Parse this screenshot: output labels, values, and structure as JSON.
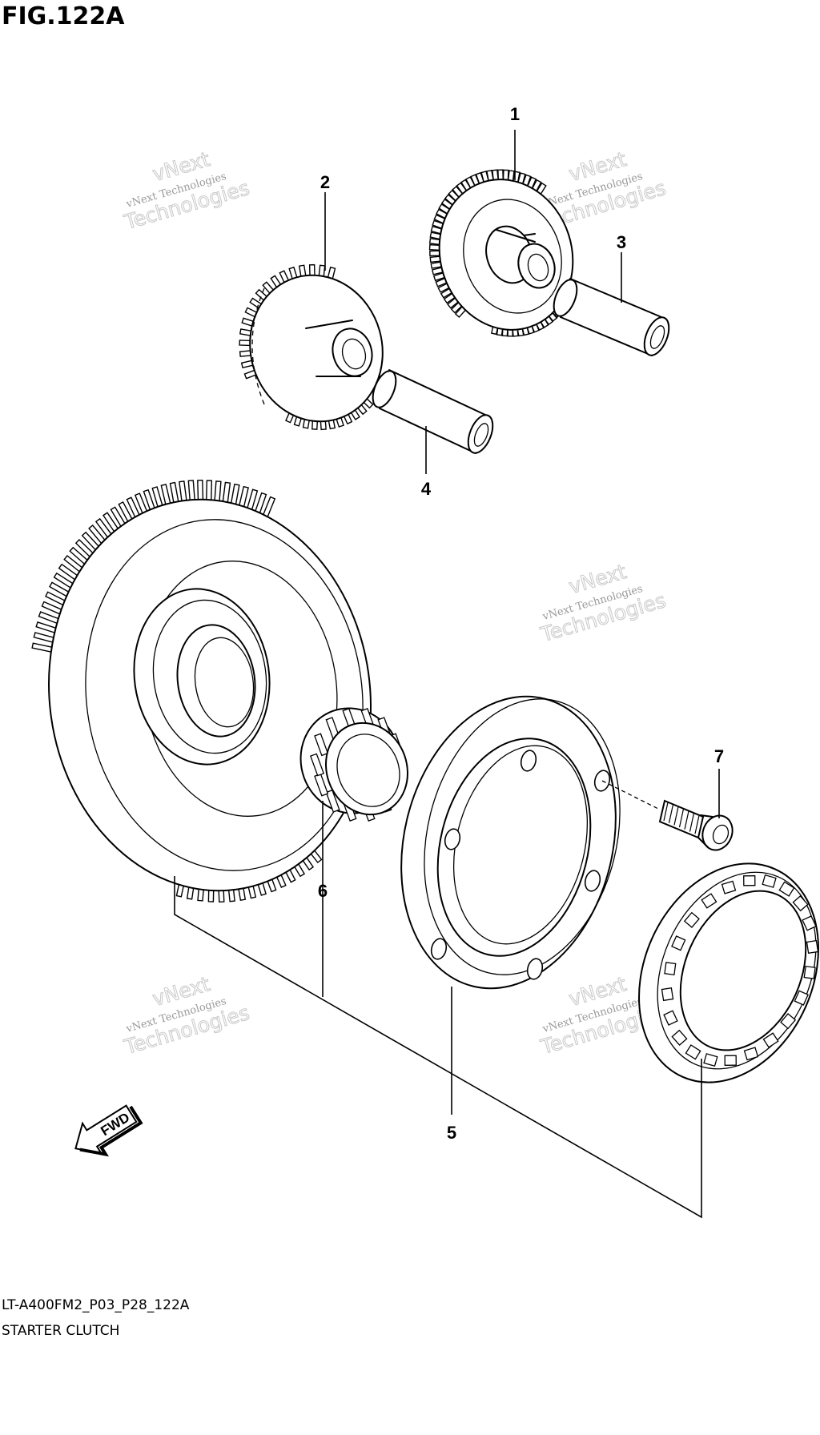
{
  "figure": {
    "title": "FIG.122A"
  },
  "callouts": [
    {
      "id": "1",
      "label": "1"
    },
    {
      "id": "2",
      "label": "2"
    },
    {
      "id": "3",
      "label": "3"
    },
    {
      "id": "4",
      "label": "4"
    },
    {
      "id": "5",
      "label": "5"
    },
    {
      "id": "6",
      "label": "6"
    },
    {
      "id": "7",
      "label": "7"
    }
  ],
  "direction_marker": {
    "label": "FWD"
  },
  "caption": {
    "model_code": "LT-A400FM2_P03_P28_122A",
    "section": "STARTER CLUTCH"
  },
  "watermark": {
    "line1": "vNext",
    "line2": "vNext Technologies",
    "line3": "Technologies"
  }
}
